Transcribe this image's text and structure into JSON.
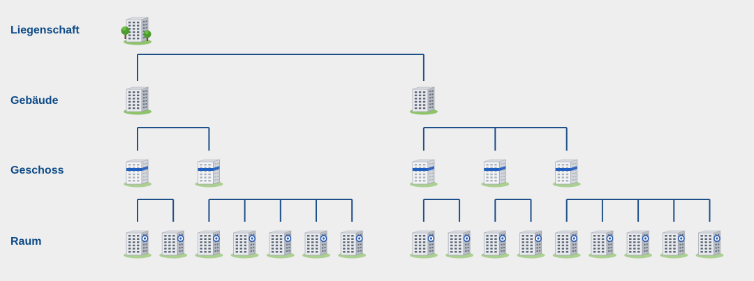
{
  "levels": [
    {
      "key": "liegenschaft",
      "label": "Liegenschaft"
    },
    {
      "key": "gebaeude",
      "label": "Gebäude"
    },
    {
      "key": "geschoss",
      "label": "Geschoss"
    },
    {
      "key": "raum",
      "label": "Raum"
    }
  ],
  "colors": {
    "background": "#eeeeee",
    "label": "#0d4a87",
    "connector": "#1d4f88",
    "building_light": "#e8eaee",
    "building_shade": "#b9bec6",
    "window": "#5a6472",
    "floor_band": "#1f5fbf",
    "room_ring": "#2a5cb5",
    "grass": "#8fc36a",
    "tree": "#4e9b2f"
  },
  "icons": {
    "liegenschaft": "building-with-trees-icon",
    "gebaeude": "building-icon",
    "geschoss": "building-floor-icon",
    "raum": "building-room-icon"
  },
  "tree": {
    "children": [
      {
        "children": [
          {
            "children": [
              {},
              {}
            ]
          },
          {
            "children": [
              {},
              {},
              {},
              {},
              {}
            ]
          }
        ]
      },
      {
        "children": [
          {
            "children": [
              {},
              {}
            ]
          },
          {
            "children": [
              {},
              {}
            ]
          },
          {
            "children": [
              {},
              {},
              {},
              {},
              {}
            ]
          }
        ]
      }
    ]
  }
}
